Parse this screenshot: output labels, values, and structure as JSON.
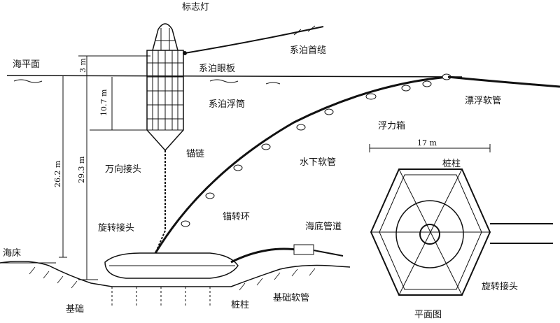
{
  "labels": {
    "beacon": "标志灯",
    "mooring_hawser": "系泊首缆",
    "sea_level": "海平面",
    "mooring_eye_plate": "系泊眼板",
    "floating_hose": "漂浮软管",
    "mooring_buoy": "系泊浮筒",
    "buoyancy_tank": "浮力箱",
    "anchor_chain": "锚链",
    "universal_joint": "万向接头",
    "underwater_hose": "水下软管",
    "anchor_swivel": "锚转环",
    "swivel_joint": "旋转接头",
    "subsea_pipeline": "海底管道",
    "seabed": "海床",
    "foundation": "基础",
    "pile": "桩柱",
    "foundation_hose": "基础软管",
    "plan_pile": "桩柱",
    "plan_swivel": "旋转接头",
    "plan_view": "平面图"
  },
  "dimensions": {
    "d_3m": "3 m",
    "d_10_7m": "10.7 m",
    "d_26_2m": "26.2 m",
    "d_29_3m": "29.3 m",
    "d_17m": "17 m"
  }
}
